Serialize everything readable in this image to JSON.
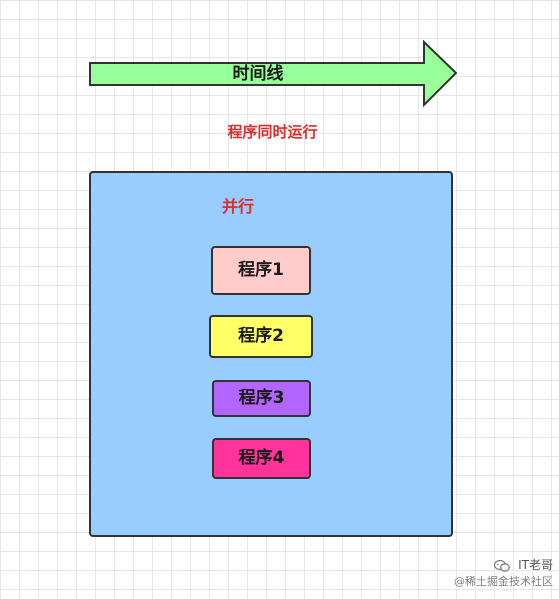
{
  "diagram": {
    "timeline_label": "时间线",
    "annotation": "程序同时运行",
    "container_title": "并行",
    "programs": [
      {
        "label": "程序1",
        "color": "#ffcccc"
      },
      {
        "label": "程序2",
        "color": "#ffff66"
      },
      {
        "label": "程序3",
        "color": "#b266ff"
      },
      {
        "label": "程序4",
        "color": "#ff3399"
      }
    ],
    "colors": {
      "arrow_fill": "#99ff99",
      "container_fill": "#99ccff",
      "red_text": "#e02b2b",
      "border": "#333333"
    }
  },
  "watermark": {
    "account": "IT老哥",
    "source": "@稀土掘金技术社区",
    "icon": "wechat-icon"
  }
}
